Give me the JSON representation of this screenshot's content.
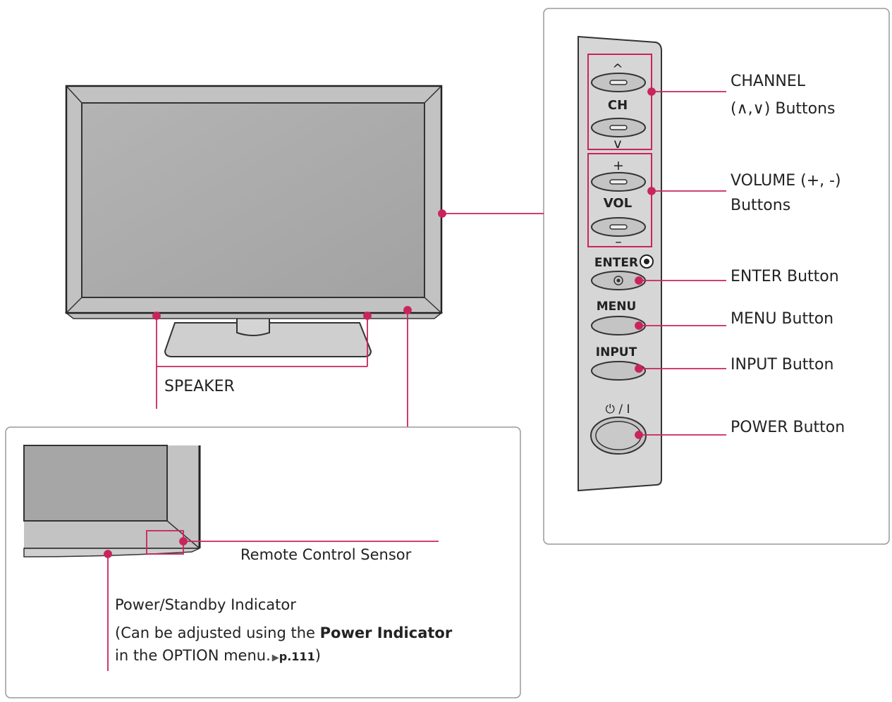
{
  "panel": {
    "buttons": {
      "ch_symbol_up": "^",
      "ch_label": "CH",
      "ch_symbol_down": "v",
      "vol_symbol_up": "+",
      "vol_label": "VOL",
      "vol_symbol_down": "–",
      "enter_label": "ENTER",
      "menu_label": "MENU",
      "input_label": "INPUT",
      "power_label": "⏻ / I"
    },
    "callouts": {
      "channel_line1": "CHANNEL",
      "channel_line2": "(∧,∨) Buttons",
      "volume_line1": "VOLUME (+, -)",
      "volume_line2": "Buttons",
      "enter": "ENTER Button",
      "menu": "MENU Button",
      "input": "INPUT Button",
      "power": "POWER Button"
    }
  },
  "tv": {
    "speaker_label": "SPEAKER"
  },
  "detail": {
    "remote_sensor_label": "Remote Control Sensor",
    "power_indicator_label": "Power/Standby Indicator",
    "note_prefix": "(Can be adjusted using the ",
    "note_bold": "Power Indicator",
    "note_line2": "in the OPTION menu.",
    "note_arrow": "▶",
    "note_page": "p.111",
    "note_close": ")"
  },
  "colors": {
    "accent": "#c8245e",
    "frame": "#bdbdbd",
    "screen": "#a9a9a9",
    "button_fill": "#c4c4c4"
  }
}
